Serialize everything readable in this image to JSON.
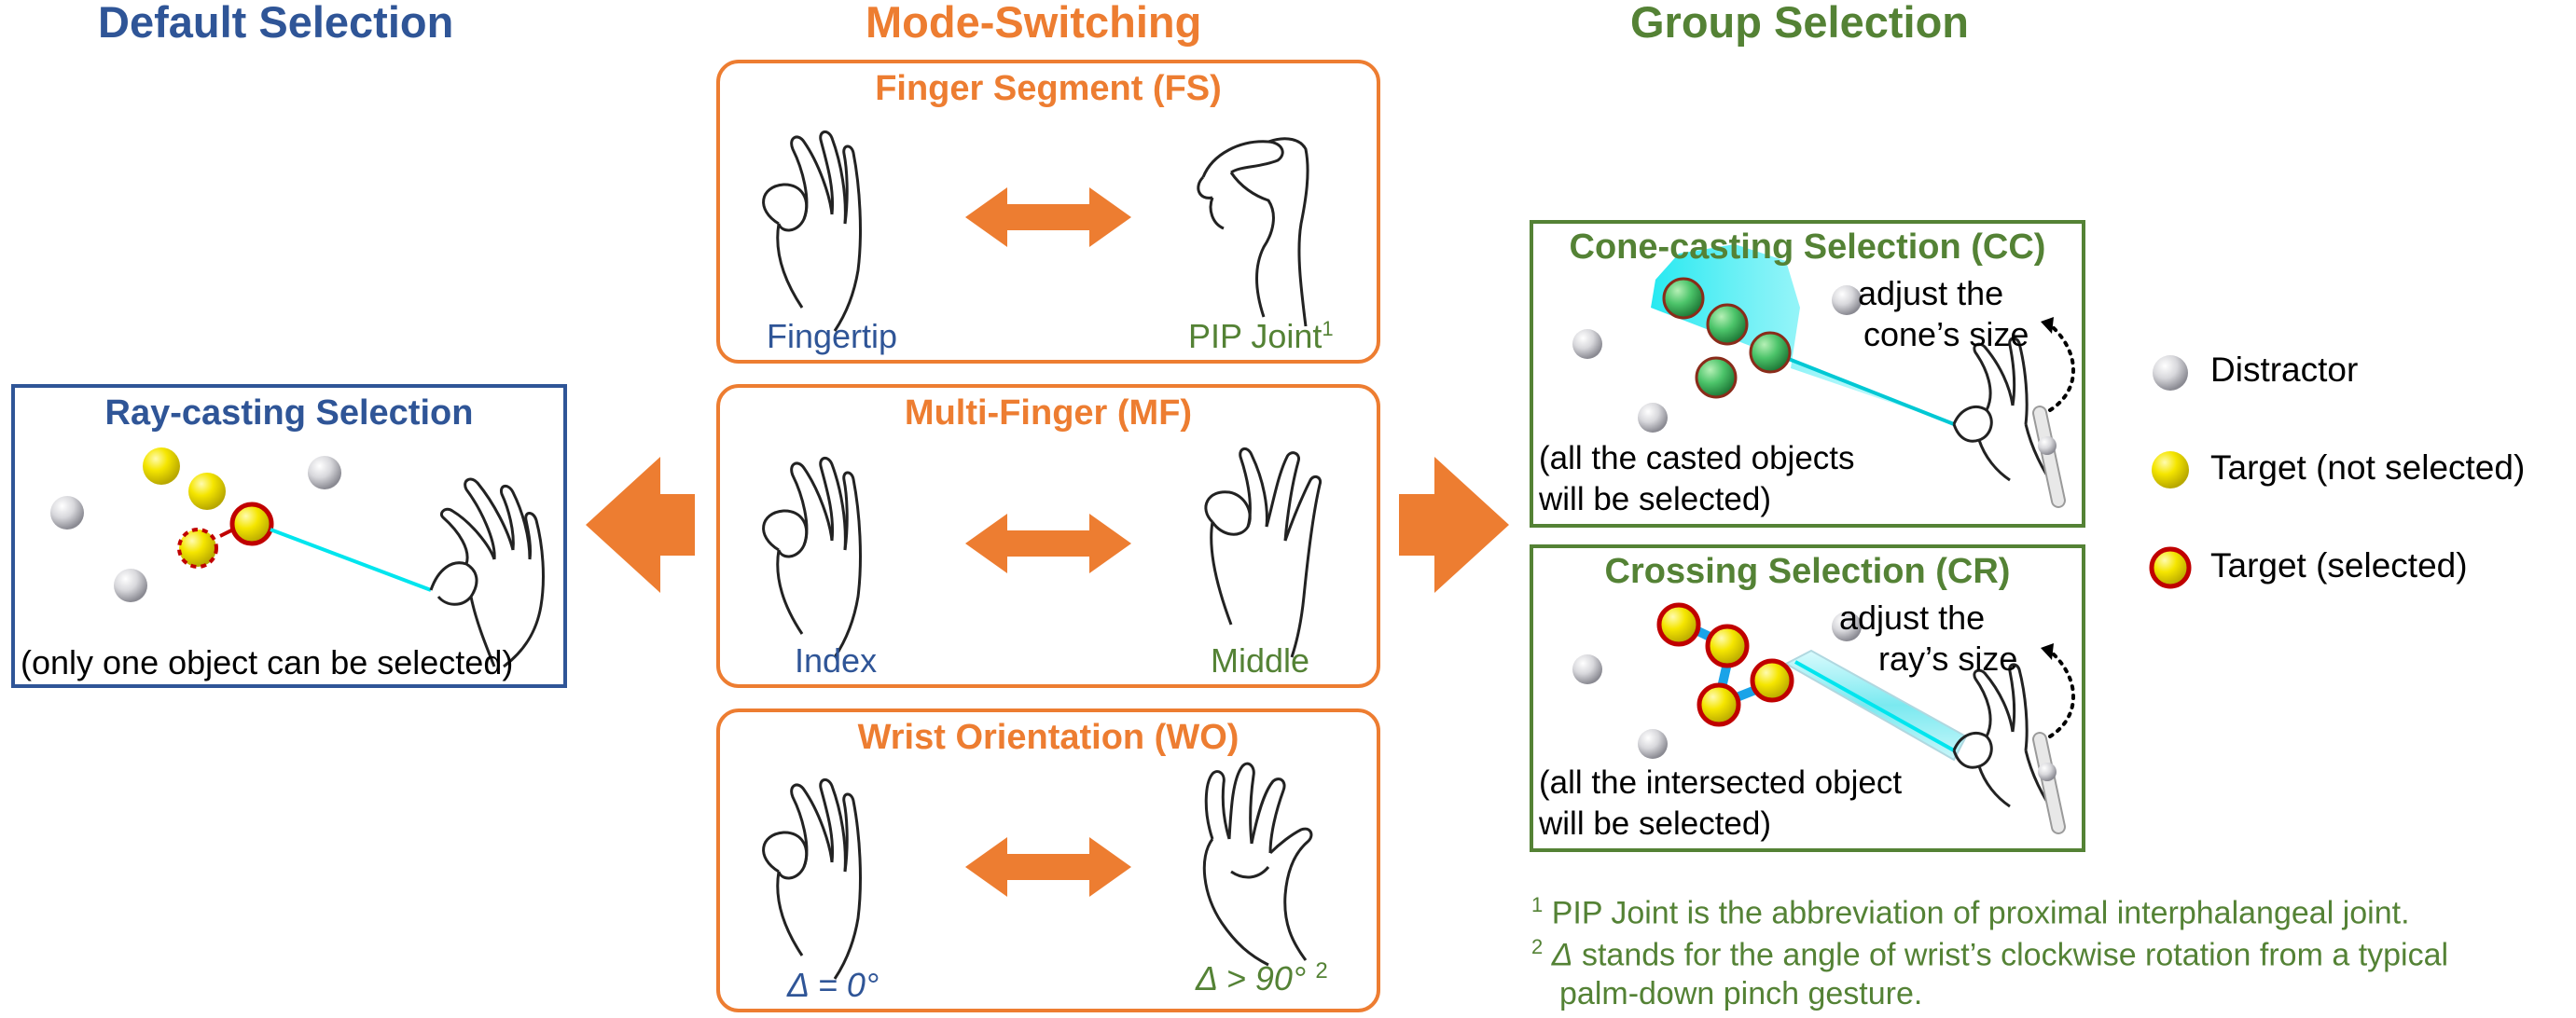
{
  "headings": {
    "default": "Default Selection",
    "mode_switching": "Mode-Switching",
    "group": "Group Selection"
  },
  "ray_casting": {
    "title": "Ray-casting Selection",
    "note": "(only one object can be selected)"
  },
  "mode_panels": [
    {
      "title": "Finger Segment (FS)",
      "left": "Fingertip",
      "right": "PIP Joint",
      "right_sup": "1"
    },
    {
      "title": "Multi-Finger (MF)",
      "left": "Index",
      "right": "Middle"
    },
    {
      "title": "Wrist Orientation (WO)",
      "left": "Δ = 0°",
      "right": "Δ > 90°",
      "right_sup": "2"
    }
  ],
  "cone_casting": {
    "title": "Cone-casting Selection (CC)",
    "adjust_line1": "adjust the",
    "adjust_line2": "cone’s size",
    "note_line1": "(all the casted objects",
    "note_line2": "will be selected)"
  },
  "crossing": {
    "title": "Crossing Selection (CR)",
    "adjust_line1": "adjust the",
    "adjust_line2": "ray’s size",
    "note_line1": "(all the intersected object",
    "note_line2": "will be selected)"
  },
  "legend": [
    {
      "label": "Distractor",
      "marker": "grey-sphere"
    },
    {
      "label": "Target (not selected)",
      "marker": "yellow-sphere"
    },
    {
      "label": "Target (selected)",
      "marker": "yellow-sphere-red-ring"
    }
  ],
  "footnotes": [
    {
      "mark": "1",
      "text": "PIP Joint is the abbreviation of proximal interphalangeal joint."
    },
    {
      "mark": "2",
      "text_italic": "Δ",
      "text": " stands for the angle of wrist’s clockwise rotation from a typical",
      "text_line2": "palm-down pinch gesture."
    }
  ],
  "colors": {
    "blue": "#2F5597",
    "orange": "#ED7D31",
    "green": "#548235",
    "ray": "#00E5EE"
  }
}
